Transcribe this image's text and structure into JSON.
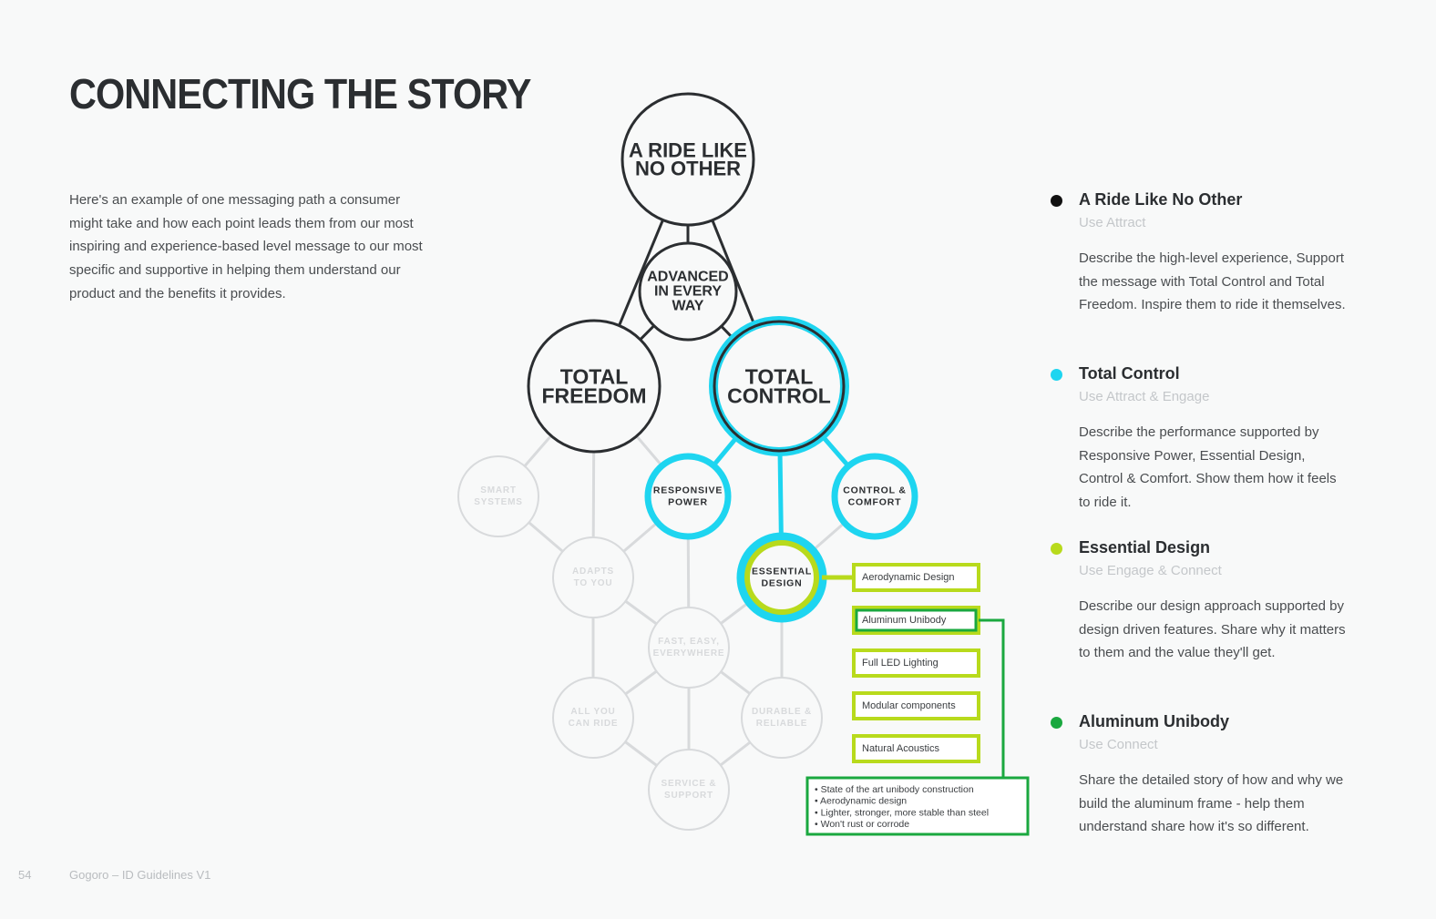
{
  "title": "CONNECTING THE STORY",
  "intro": "Here's an example of one messaging path a consumer might take and how each point leads them from our most inspiring and experience-based level message to our most specific and supportive in helping them understand our product and the benefits it provides.",
  "colors": {
    "dark": "#2b2e31",
    "cyan": "#1ed5f0",
    "lime": "#b8da1c",
    "green": "#1aa83f",
    "faded": "#d8dadc"
  },
  "nodes": {
    "ride": [
      "A RIDE LIKE",
      "NO OTHER"
    ],
    "advanced": [
      "ADVANCED",
      "IN EVERY",
      "WAY"
    ],
    "freedom": [
      "TOTAL",
      "FREEDOM"
    ],
    "control": [
      "TOTAL",
      "CONTROL"
    ],
    "smart": [
      "SMART",
      "SYSTEMS"
    ],
    "responsive": [
      "RESPONSIVE",
      "POWER"
    ],
    "comfort": [
      "CONTROL &",
      "COMFORT"
    ],
    "adapts": [
      "ADAPTS",
      "TO YOU"
    ],
    "essential": [
      "ESSENTIAL",
      "DESIGN"
    ],
    "fast": [
      "FAST, EASY,",
      "EVERYWHERE"
    ],
    "allride": [
      "ALL YOU",
      "CAN RIDE"
    ],
    "durable": [
      "DURABLE &",
      "RELIABLE"
    ],
    "service": [
      "SERVICE &",
      "SUPPORT"
    ]
  },
  "features": [
    "Aerodynamic Design",
    "Aluminum Unibody",
    "Full LED Lighting",
    "Modular components",
    "Natural Acoustics"
  ],
  "detail_bullets": [
    "• State of the art unibody construction",
    "• Aerodynamic design",
    "• Lighter, stronger, more stable than steel",
    "• Won't rust or corrode"
  ],
  "legend": [
    {
      "name": "A Ride Like No Other",
      "use": "Use Attract",
      "desc": "Describe the high-level experience, Support the message with Total Control and Total Freedom. Inspire them to ride it themselves.",
      "color": "#111111"
    },
    {
      "name": "Total Control",
      "use": "Use Attract & Engage",
      "desc": "Describe the performance supported by Responsive Power, Essential Design, Control & Comfort. Show them how it feels to ride it.",
      "color": "#1ed5f0"
    },
    {
      "name": "Essential Design",
      "use": "Use Engage & Connect",
      "desc": "Describe our design approach supported by design driven features. Share why it matters to them and the value they'll get.",
      "color": "#b8da1c"
    },
    {
      "name": "Aluminum Unibody",
      "use": "Use Connect",
      "desc": "Share the detailed story of how and why we build the aluminum frame - help them understand share how it's so different.",
      "color": "#1aa83f"
    }
  ],
  "footer": {
    "page_number": "54",
    "doc_title": "Gogoro – ID Guidelines V1"
  }
}
